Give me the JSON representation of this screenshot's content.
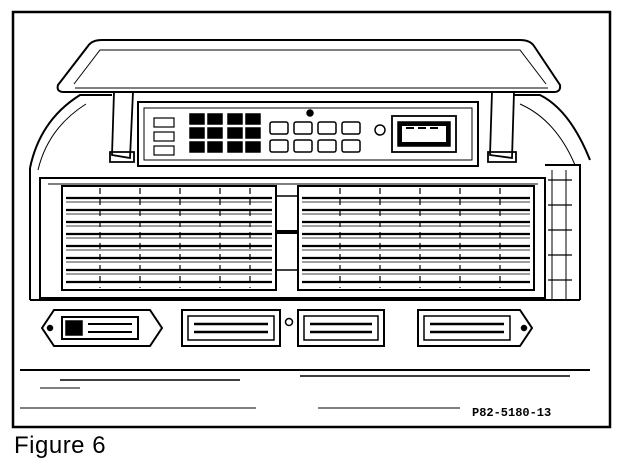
{
  "figure": {
    "reference_code": "P82-5180-13",
    "caption": "Figure 6"
  },
  "parts": {
    "upper_cover": "hinged-cover",
    "climate_panel": "climate-control-panel",
    "center_vents": "center-air-vents",
    "lower_switches": "lower-switch-row"
  },
  "colors": {
    "ink": "#000000",
    "paper": "#ffffff"
  }
}
